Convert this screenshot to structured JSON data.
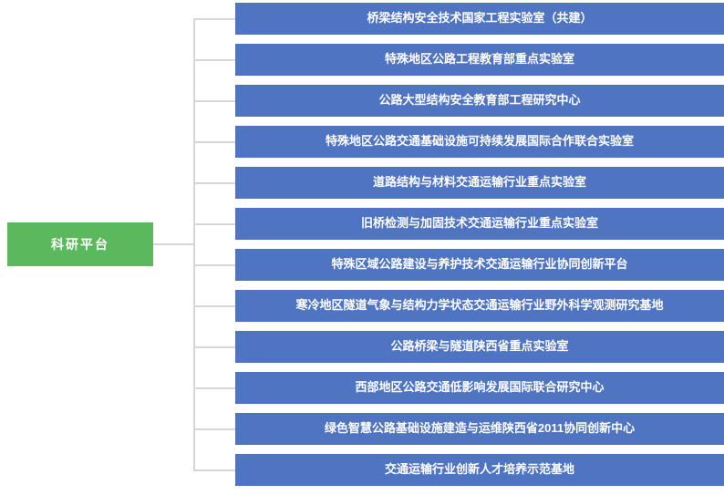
{
  "root": {
    "label": "科研平台"
  },
  "platforms": [
    "桥梁结构安全技术国家工程实验室（共建）",
    "特殊地区公路工程教育部重点实验室",
    "公路大型结构安全教育部工程研究中心",
    "特殊地区公路交通基础设施可持续发展国际合作联合实验室",
    "道路结构与材料交通运输行业重点实验室",
    "旧桥检测与加固技术交通运输行业重点实验室",
    "特殊区域公路建设与养护技术交通运输行业协同创新平台",
    "寒冷地区隧道气象与结构力学状态交通运输行业野外科学观测研究基地",
    "公路桥梁与隧道陕西省重点实验室",
    "西部地区公路交通低影响发展国际联合研究中心",
    "绿色智慧公路基础设施建造与运维陕西省2011协同创新中心",
    "交通运输行业创新人才培养示范基地"
  ],
  "colors": {
    "root": "#5CB85C",
    "bar": "#4F74C2",
    "line": "#D6D6D6",
    "text": "#FFFFFF"
  }
}
